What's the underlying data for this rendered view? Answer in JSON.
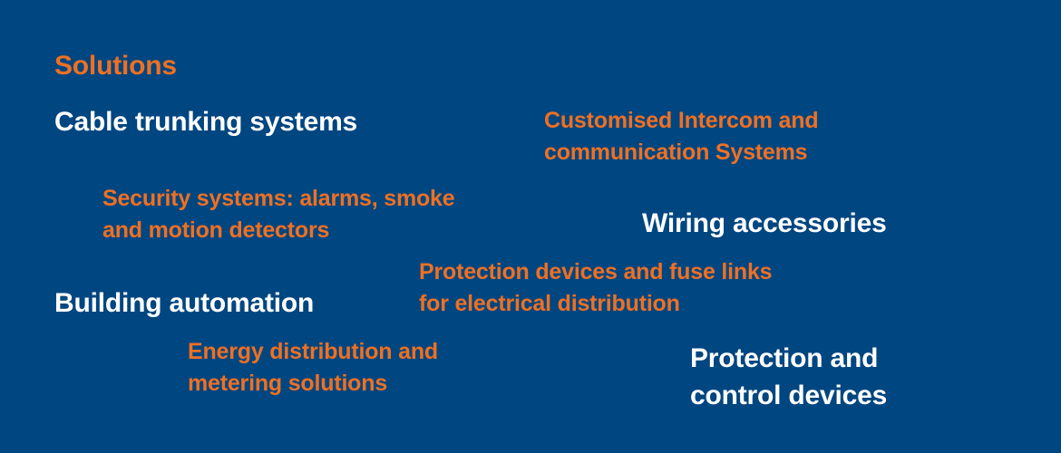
{
  "heading": "Solutions",
  "items": {
    "cable_trunking": "Cable trunking systems",
    "intercom": [
      "Customised Intercom and",
      "communication Systems"
    ],
    "security": [
      "Security systems: alarms, smoke",
      "and motion detectors"
    ],
    "wiring": "Wiring accessories",
    "protection_fuse": [
      "Protection devices and fuse links",
      "for electrical distribution"
    ],
    "building_automation": "Building automation",
    "energy": [
      "Energy distribution and",
      "metering solutions"
    ],
    "protection_control": [
      "Protection and",
      "control devices"
    ]
  },
  "colors": {
    "background": "#004680",
    "accent": "#ee7023",
    "text": "#ffffff"
  }
}
